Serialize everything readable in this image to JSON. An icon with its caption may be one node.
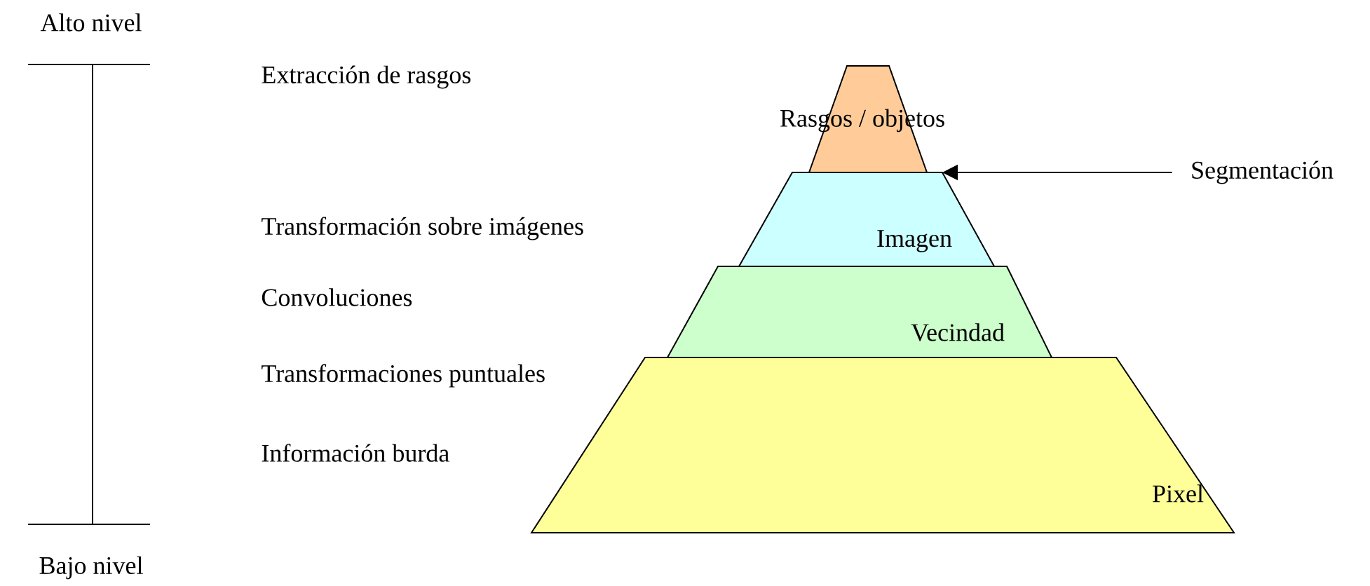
{
  "diagram": {
    "nodes": [
      {
        "text": [
          "Rasgos / objetos"
        ]
      },
      {
        "text": [
          "Imagen"
        ]
      },
      {
        "text": [
          "Vecindad"
        ]
      },
      {
        "text": [
          "Pixel"
        ]
      },
      {
        "text": [
          "Segmentación"
        ]
      }
    ],
    "edges": [
      {
        "from": 4,
        "to": 1,
        "arrow": "to"
      }
    ],
    "labels": [
      "Alto nivel",
      "Extracción de rasgos",
      "Transformación sobre imágenes",
      "Convoluciones",
      "Transformaciones puntuales",
      "Información burda",
      "Bajo nivel"
    ]
  }
}
